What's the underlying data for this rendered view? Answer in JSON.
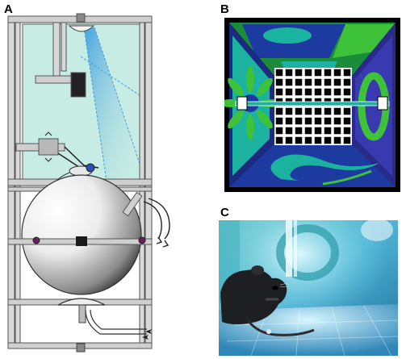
{
  "panels": {
    "a": {
      "label": "A"
    },
    "b": {
      "label": "B"
    },
    "c": {
      "label": "C"
    }
  },
  "colors": {
    "frame": "#8f8f8f",
    "chamber_water": "#c7ece3",
    "projection_beam": "#4aa8e0",
    "arena_teal": "#1bb3a0",
    "arena_green": "#3ec23a",
    "arena_blue": "#1c3aa0",
    "arena_black": "#000000",
    "photo_cyan": "#5fd0de"
  }
}
